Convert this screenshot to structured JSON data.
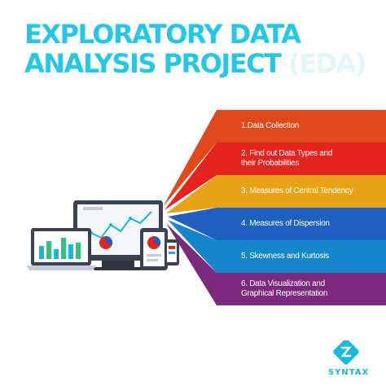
{
  "title": {
    "line1": "EXPLORATORY DATA",
    "line2": "ANALYSIS PROJECT",
    "line2_suffix": "(EDA)"
  },
  "steps": [
    {
      "label": "1.Data Collection",
      "color": "#e0491c"
    },
    {
      "label": "2.  Find out Data Types and\ntheir Probabilities",
      "color": "#e52420"
    },
    {
      "label": "3.  Measures of Central Tendency",
      "color": "#e8a317"
    },
    {
      "label": "4.  Measures of Dispersion",
      "color": "#1f5fbf"
    },
    {
      "label": "5.  Skewness and Kurtosis",
      "color": "#1586c9"
    },
    {
      "label": "6.  Data Visualization and\nGraphical Representation",
      "color": "#7c2a7f"
    }
  ],
  "brand": {
    "name": "SYNTAX",
    "color": "#1ab8d8"
  }
}
